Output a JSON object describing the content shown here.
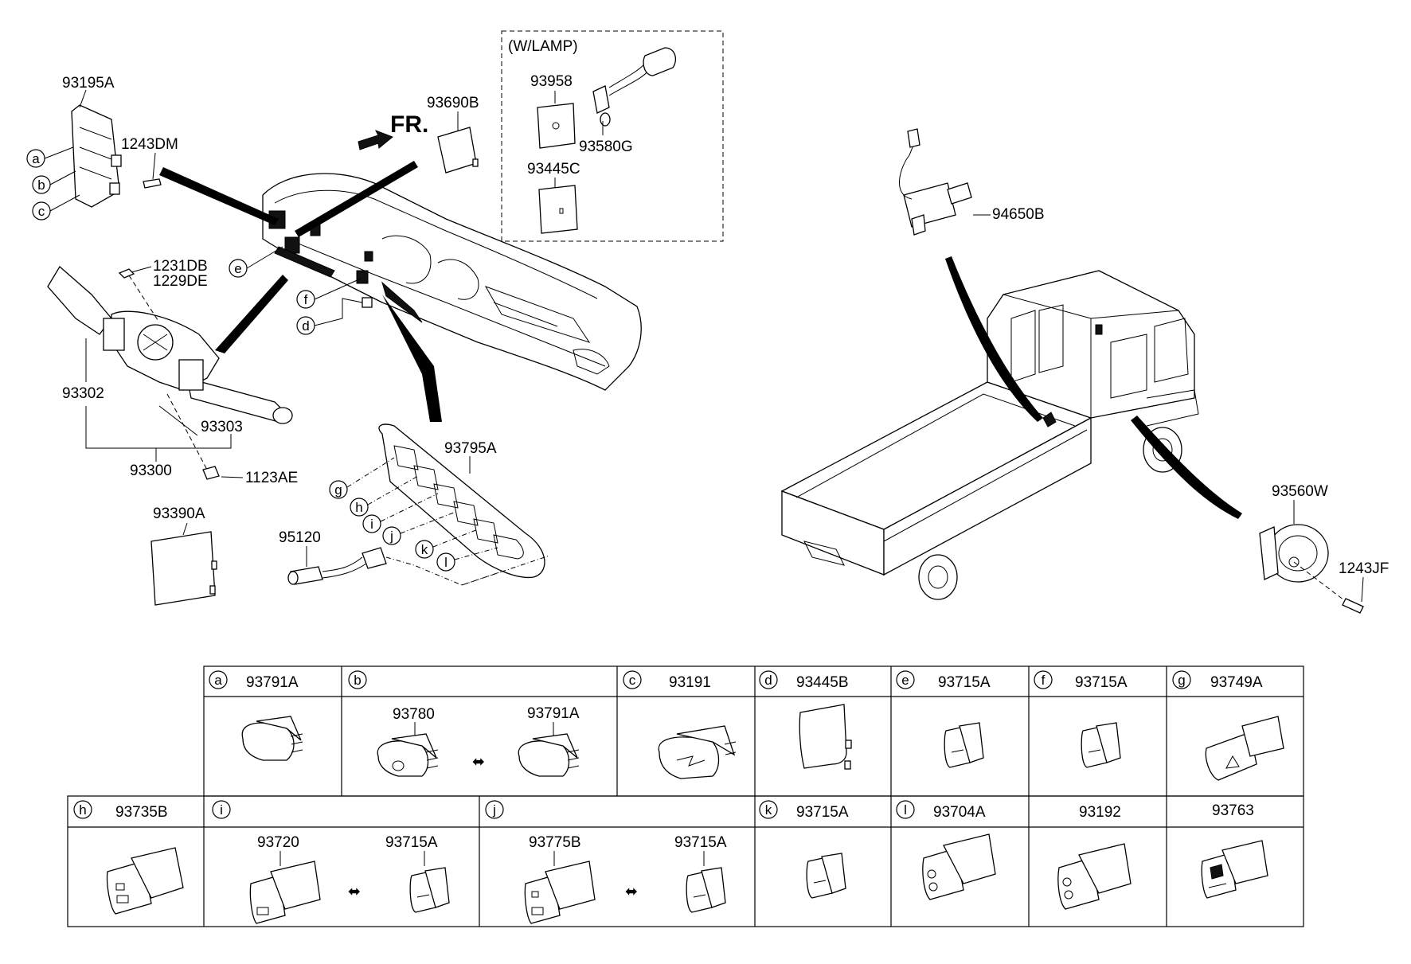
{
  "main_view": {
    "direction_label": "FR.",
    "wlamp_label": "(W/LAMP)",
    "part_labels": {
      "p93195A": "93195A",
      "p1243DM": "1243DM",
      "p1231DB": "1231DB",
      "p1229DE": "1229DE",
      "p93302": "93302",
      "p93303": "93303",
      "p93300": "93300",
      "p1123AE": "1123AE",
      "p93390A": "93390A",
      "p93690B": "93690B",
      "p93958": "93958",
      "p93580G": "93580G",
      "p93445C": "93445C",
      "p93795A": "93795A",
      "p95120": "95120",
      "p94650B": "94650B",
      "p93560W": "93560W",
      "p1243JF": "1243JF"
    },
    "callouts": {
      "a": "a",
      "b": "b",
      "c": "c",
      "d": "d",
      "e": "e",
      "f": "f",
      "g": "g",
      "h": "h",
      "i": "i",
      "j": "j",
      "k": "k",
      "l": "l"
    }
  },
  "parts_table": {
    "row1": [
      {
        "letter": "a",
        "parts": [
          "93791A"
        ]
      },
      {
        "letter": "b",
        "parts": [
          "93780",
          "93791A"
        ]
      },
      {
        "letter": "c",
        "parts": [
          "93191"
        ]
      },
      {
        "letter": "d",
        "parts": [
          "93445B"
        ]
      },
      {
        "letter": "e",
        "parts": [
          "93715A"
        ]
      },
      {
        "letter": "f",
        "parts": [
          "93715A"
        ]
      },
      {
        "letter": "g",
        "parts": [
          "93749A"
        ]
      }
    ],
    "row2": [
      {
        "letter": "h",
        "parts": [
          "93735B"
        ]
      },
      {
        "letter": "i",
        "parts": [
          "93720",
          "93715A"
        ]
      },
      {
        "letter": "j",
        "parts": [
          "93775B",
          "93715A"
        ]
      },
      {
        "letter": "k",
        "parts": [
          "93715A"
        ]
      },
      {
        "letter": "l",
        "parts": [
          "93704A"
        ]
      },
      {
        "letter": "",
        "parts": [
          "93192"
        ]
      },
      {
        "letter": "",
        "parts": [
          "93763"
        ]
      }
    ],
    "swap_symbol": "⬌"
  }
}
